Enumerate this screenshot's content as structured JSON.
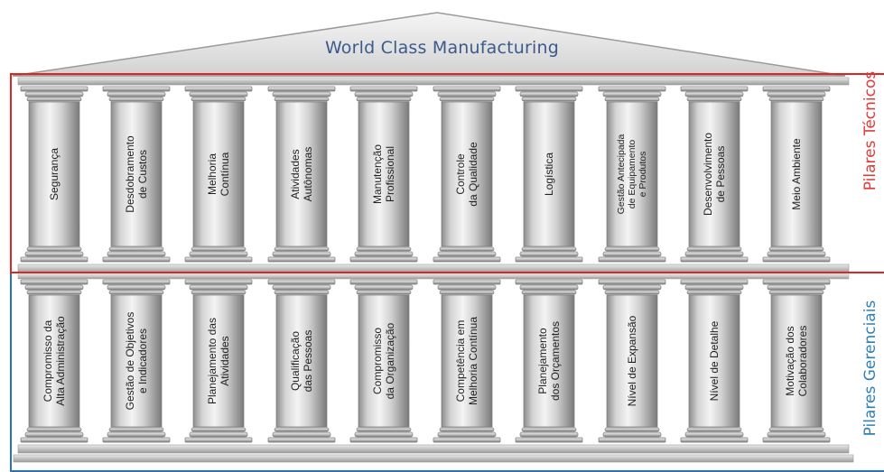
{
  "diagram": {
    "title": "World Class Manufacturing",
    "groups": [
      {
        "name": "Pilares Técnicos",
        "color": "#e23a3a",
        "pillars": [
          "Segurança",
          "Desdobramento\nde Custos",
          "Melhoria\nContínua",
          "Atividades\nAutônomas",
          "Manutenção\nProfissional",
          "Controle\nda Qualidade",
          "Logística",
          "Gestão Antecipada\nde Equipamento\ne Produtos",
          "Desenvolvimento\nde Pessoas",
          "Meio Ambiente"
        ]
      },
      {
        "name": "Pilares Gerenciais",
        "color": "#2f7fb9",
        "pillars": [
          "Compromisso da\nAlta Administração",
          "Gestão de Objetivos\ne Indicadores",
          "Planejamento das\nAtividades",
          "Qualificação\ndas Pessoas",
          "Compromisso\nda Organização",
          "Competência em\nMelhoria Contínua",
          "Planejamento\ndos Orçamentos",
          "Nível de Expansão",
          "Nível de Detalhe",
          "Motivação dos\nColaboradores"
        ]
      }
    ]
  }
}
